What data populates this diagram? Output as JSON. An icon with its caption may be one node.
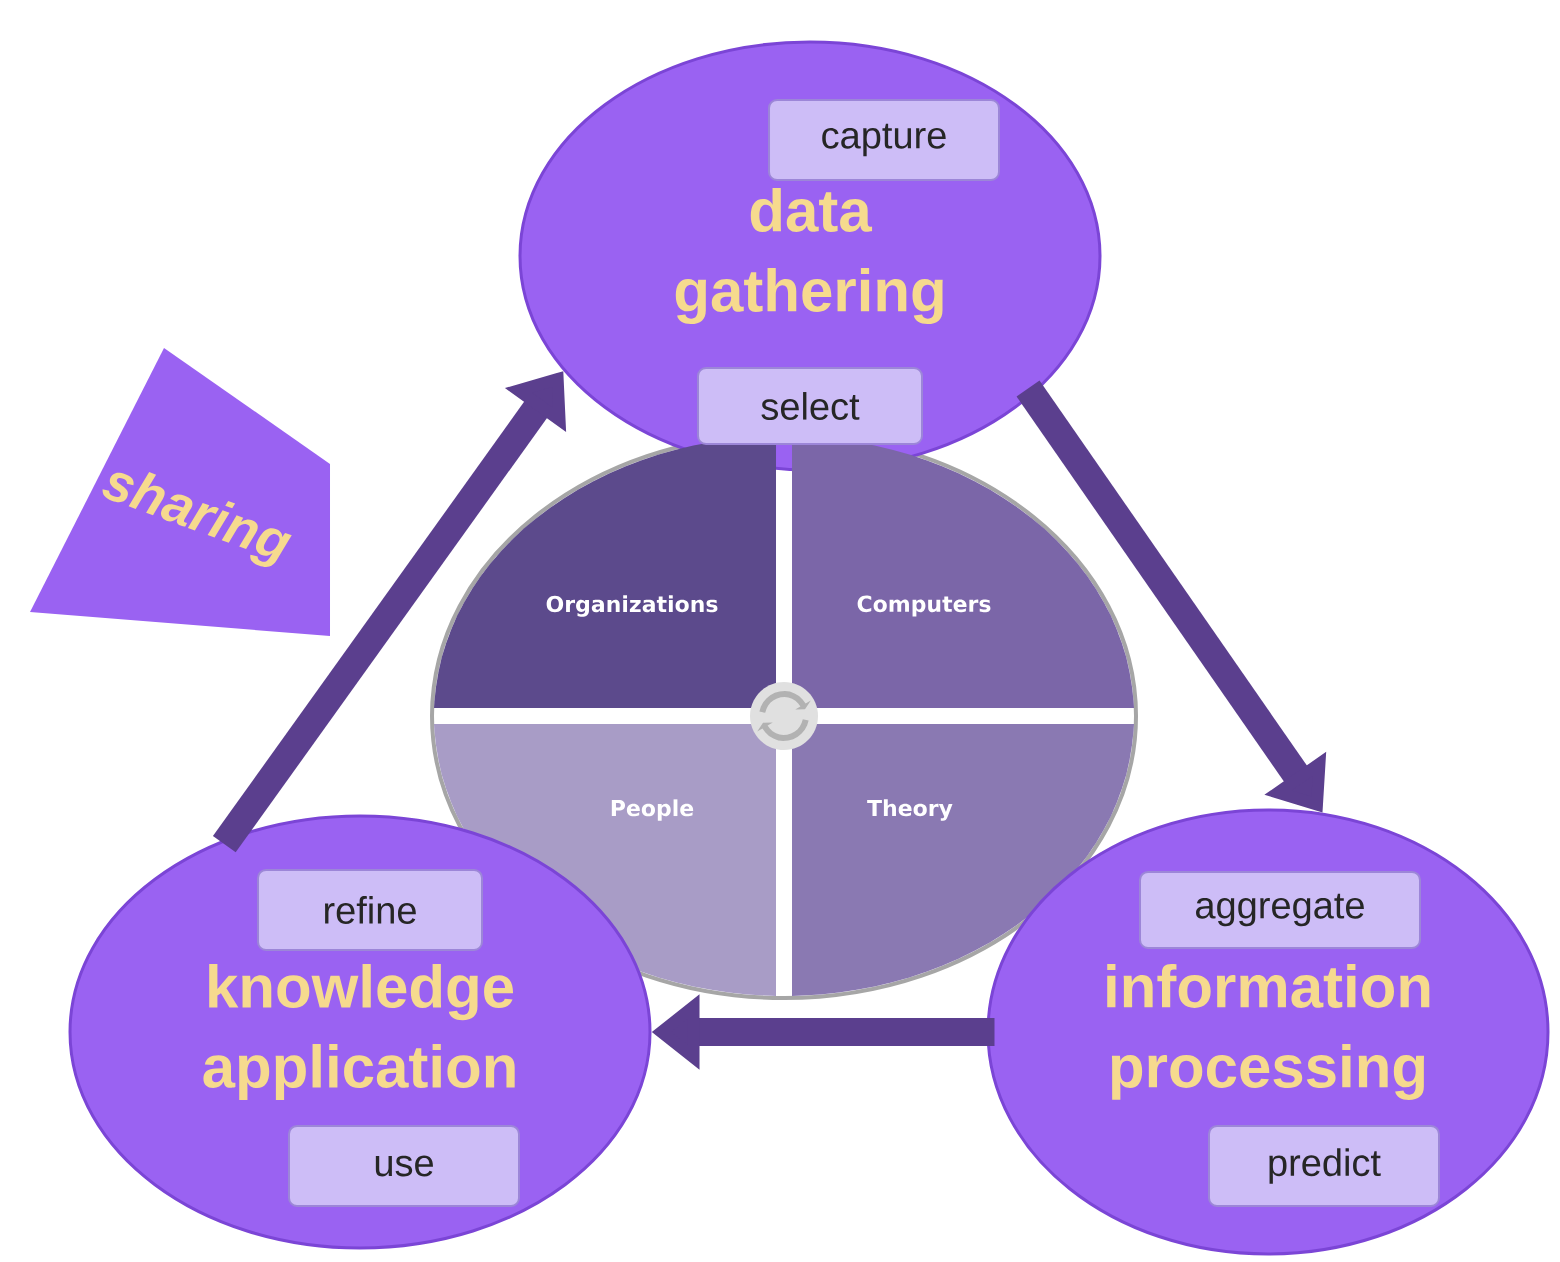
{
  "diagram": {
    "nodes": [
      {
        "text": [
          "data gathering"
        ]
      },
      {
        "text": [
          "capture"
        ],
        "in": 0
      },
      {
        "text": [
          "select"
        ],
        "in": 0
      },
      {
        "text": [
          "sharing"
        ]
      },
      {
        "text": [
          "Organizations"
        ]
      },
      {
        "text": [
          "Computers"
        ]
      },
      {
        "text": [
          "People"
        ]
      },
      {
        "text": [
          "Theory"
        ]
      },
      {
        "text": [
          "knowledge application"
        ]
      },
      {
        "text": [
          "refine"
        ],
        "in": 8
      },
      {
        "text": [
          "use"
        ],
        "in": 8
      },
      {
        "text": [
          "information processing"
        ]
      },
      {
        "text": [
          "aggregate"
        ],
        "in": 11
      },
      {
        "text": [
          "predict"
        ],
        "in": 11
      }
    ],
    "edges": [
      {
        "from": 8,
        "to": 0,
        "arrow": "to"
      },
      {
        "from": 0,
        "to": 11,
        "arrow": "to"
      },
      {
        "from": 11,
        "to": 8,
        "arrow": "to"
      }
    ]
  }
}
